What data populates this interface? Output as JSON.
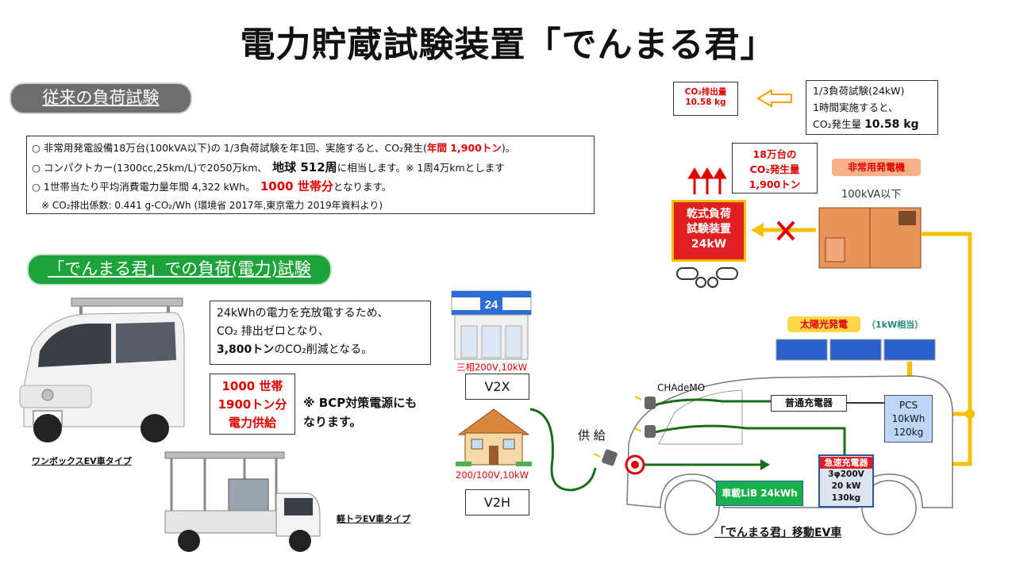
{
  "title": "電力貯蔵試験装置「でんまる君」",
  "section_conventional": "従来の負荷試験",
  "section_denmaru": "「でんまる君」での負荷(電力)試験",
  "conventional": {
    "line1_pre": "○ 非常用発電設備18万台(100kVA以下)の 1/3負荷試験を年1回、実施すると、CO₂発生(",
    "line1_red": "年間 1,900トン",
    "line1_post": ")。",
    "line2_pre": "○ コンパクトカー(1300cc,25km/L)で2050万km、　",
    "line2_bold": "地球 512周",
    "line2_post": "に相当します。※ 1周4万kmとします",
    "line3_pre": "○ 1世帯当たり平均消費電力量年間 4,322 kWh。　",
    "line3_red": "1000 世帯分",
    "line3_post": "となります。",
    "line4": "　※ CO₂排出係数: 0.441 g-CO₂/Wh (環境省 2017年,東京電力 2019年資料より)"
  },
  "desc": {
    "line1": "24kWhの電力を充放電するため、",
    "line2": "CO₂ 排出ゼロとなり、",
    "line3_bold": "3,800トン",
    "line3_post": "のCO₂削減となる。"
  },
  "supply": {
    "line1": "1000 世帯",
    "line2": "1900トン分",
    "line3": "電力供給"
  },
  "bcp": {
    "line1": "※ BCP対策電源にも",
    "line2": "なります。"
  },
  "caption_van": "ワンボックスEV車タイプ",
  "caption_truck": "軽トラEV車タイプ",
  "store_sign": "24",
  "v2x": {
    "caption": "三相200V,10kW",
    "label": "V2X"
  },
  "v2h": {
    "caption": "200/100V,10kW",
    "label": "V2H"
  },
  "supply_label": "供 給",
  "chademo": "CHAdeMO",
  "co2_red_box": {
    "line1": "CO₂排出量",
    "line2": "10.58 kg"
  },
  "co2_right_box": {
    "line1": "1/3負荷試験(24kW)",
    "line2": "1時間実施すると、",
    "line3_pre": "CO₂発生量 ",
    "line3_bold": "10.58 kg"
  },
  "co2_18_box": {
    "line1": "18万台の",
    "line2": "CO₂発生量",
    "line3": "1,900トン"
  },
  "generator": {
    "label": "非常用発電機",
    "caption": "100kVA以下"
  },
  "dry_load": {
    "line1": "乾式負荷",
    "line2": "試験装置",
    "line3": "24kW"
  },
  "solar": {
    "label": "太陽光発電",
    "caption": "（1kW相当）"
  },
  "pcs": {
    "line1": "PCS",
    "line2": "10kWh",
    "line3": "120kg"
  },
  "normal_charger": "普通充電器",
  "fast_charger": {
    "line1": "急速充電器",
    "line2": "3φ200V",
    "line3": "20 kW",
    "line4": "130kg"
  },
  "lib": "車載LiB 24kWh",
  "ev_caption": "「でんまる君」移動EV車",
  "colors": {
    "accent_red": "#e00000",
    "arrow_yellow": "#f5c000",
    "cable_green": "#1a6e1a",
    "pill_gray": "#6e6e6e",
    "pill_green": "#1ea33a"
  }
}
